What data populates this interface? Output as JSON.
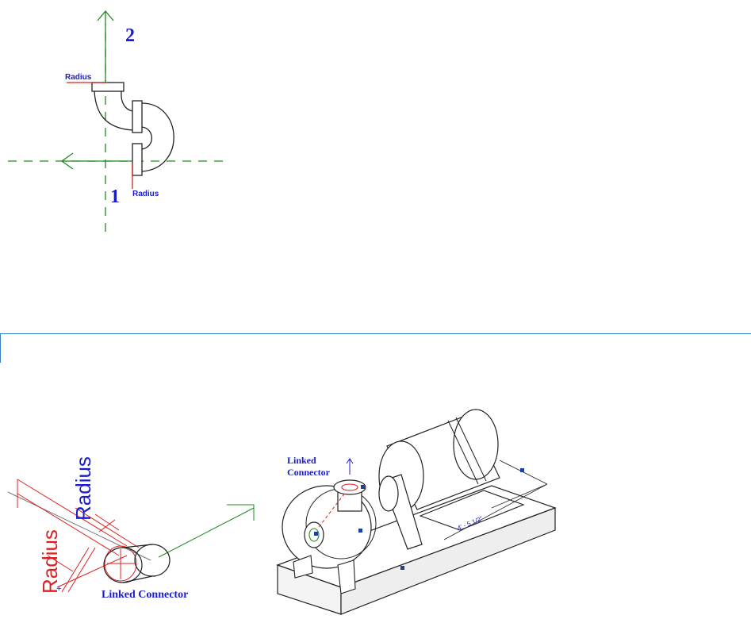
{
  "top_figure": {
    "connector_1_label": "1",
    "connector_2_label": "2",
    "radius_label_top": "Radius",
    "radius_label_bottom": "Radius"
  },
  "bottom_left_figure": {
    "radius_label_red": "Radius",
    "radius_label_blue": "Radius",
    "linked_connector_label": "Linked Connector"
  },
  "bottom_right_figure": {
    "linked_connector_label_line1": "Linked",
    "linked_connector_label_line2": "Connector",
    "dimension_label": "4' - 5 1/2\""
  },
  "colors": {
    "axis_green": "#1f8a1f",
    "radius_red": "#e02020",
    "label_blue": "#1a1ad0",
    "line_dark": "#222222",
    "divider_blue": "#3a7fc1"
  }
}
